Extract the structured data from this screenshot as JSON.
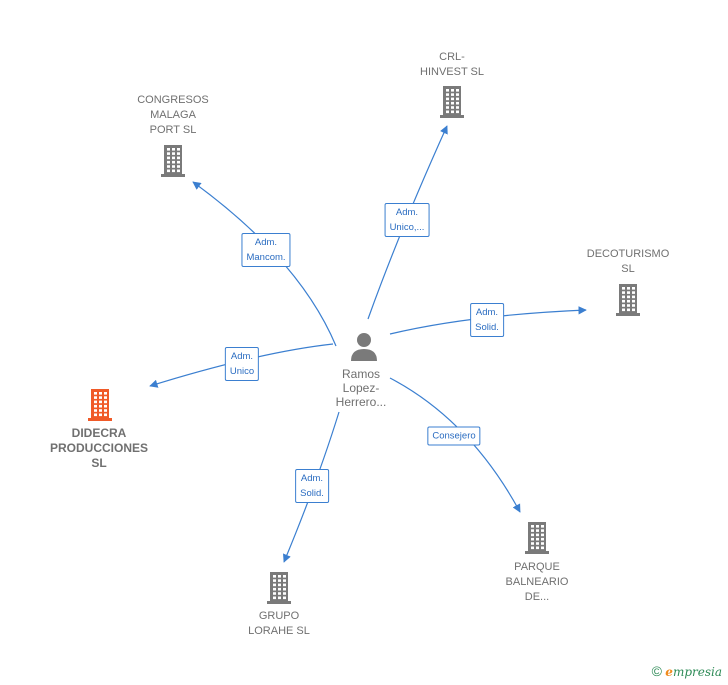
{
  "center": {
    "label": "Ramos\nLopez-\nHerrero..."
  },
  "companies": [
    {
      "key": "congresos",
      "label": "CONGRESOS\nMALAGA\nPORT  SL"
    },
    {
      "key": "crl",
      "label": "CRL-\nHINVEST  SL"
    },
    {
      "key": "decoturismo",
      "label": "DECOTURISMO\nSL"
    },
    {
      "key": "didecra",
      "label": "DIDECRA\nPRODUCCIONES\nSL",
      "highlight": true
    },
    {
      "key": "grupo",
      "label": "GRUPO\nLORAHE  SL"
    },
    {
      "key": "parque",
      "label": "PARQUE\nBALNEARIO\nDE..."
    }
  ],
  "relations": [
    {
      "target": "congresos",
      "label": "Adm.\nMancom."
    },
    {
      "target": "crl",
      "label": "Adm.\nUnico,..."
    },
    {
      "target": "decoturismo",
      "label": "Adm.\nSolid."
    },
    {
      "target": "didecra",
      "label": "Adm.\nUnico"
    },
    {
      "target": "grupo",
      "label": "Adm.\nSolid."
    },
    {
      "target": "parque",
      "label": "Consejero"
    }
  ],
  "colors": {
    "edge": "#3b7fd0",
    "building": "#7a7a7a",
    "highlight": "#f05a28",
    "person": "#7a7a7a"
  },
  "footer": {
    "copyright": "©",
    "brand_initial": "e",
    "brand_rest": "mpresia"
  }
}
